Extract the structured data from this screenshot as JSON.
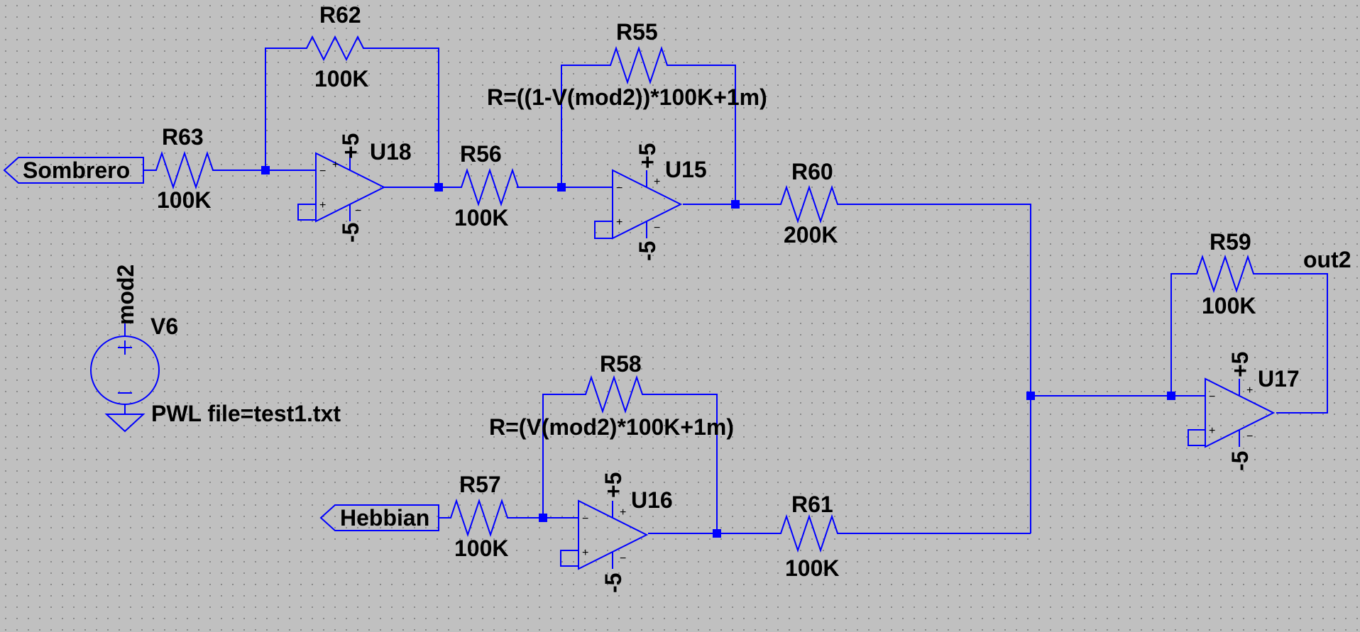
{
  "colors": {
    "background": "#c0c0c0",
    "wire": "#0000ff",
    "text": "#000000",
    "grid": "#8a8a8a"
  },
  "ports": {
    "sombrero": "Sombrero",
    "hebbian": "Hebbian",
    "out2": "out2"
  },
  "resistors": {
    "r62": {
      "name": "R62",
      "value": "100K"
    },
    "r63": {
      "name": "R63",
      "value": "100K"
    },
    "r55": {
      "name": "R55",
      "value": "R=((1-V(mod2))*100K+1m)"
    },
    "r56": {
      "name": "R56",
      "value": "100K"
    },
    "r60": {
      "name": "R60",
      "value": "200K"
    },
    "r58": {
      "name": "R58",
      "value": "R=(V(mod2)*100K+1m)"
    },
    "r57": {
      "name": "R57",
      "value": "100K"
    },
    "r61": {
      "name": "R61",
      "value": "100K"
    },
    "r59": {
      "name": "R59",
      "value": "100K"
    }
  },
  "opamps": {
    "u18": {
      "name": "U18",
      "vpos": "+5",
      "vneg": "-5"
    },
    "u15": {
      "name": "U15",
      "vpos": "+5",
      "vneg": "-5"
    },
    "u16": {
      "name": "U16",
      "vpos": "+5",
      "vneg": "-5"
    },
    "u17": {
      "name": "U17",
      "vpos": "+5",
      "vneg": "-5"
    }
  },
  "pin_signs": {
    "plus": "+",
    "minus": "−"
  },
  "source": {
    "name": "V6",
    "net": "mod2",
    "value": "PWL file=test1.txt"
  }
}
